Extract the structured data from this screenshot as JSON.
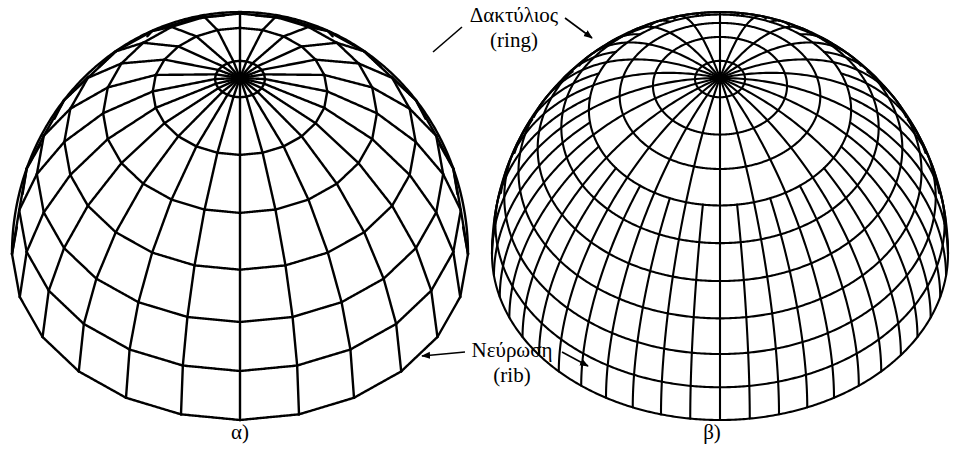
{
  "diagram": {
    "labels": [
      "Δακτύλιος (ring)",
      "Νεύρωση (rib)",
      "α)",
      "β)"
    ]
  }
}
